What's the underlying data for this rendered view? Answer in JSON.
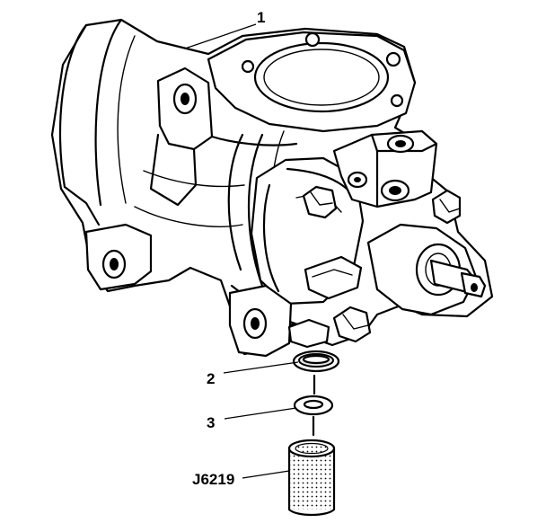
{
  "callouts": {
    "c1": "1",
    "c2": "2",
    "c3": "3",
    "tool": "J6219"
  }
}
